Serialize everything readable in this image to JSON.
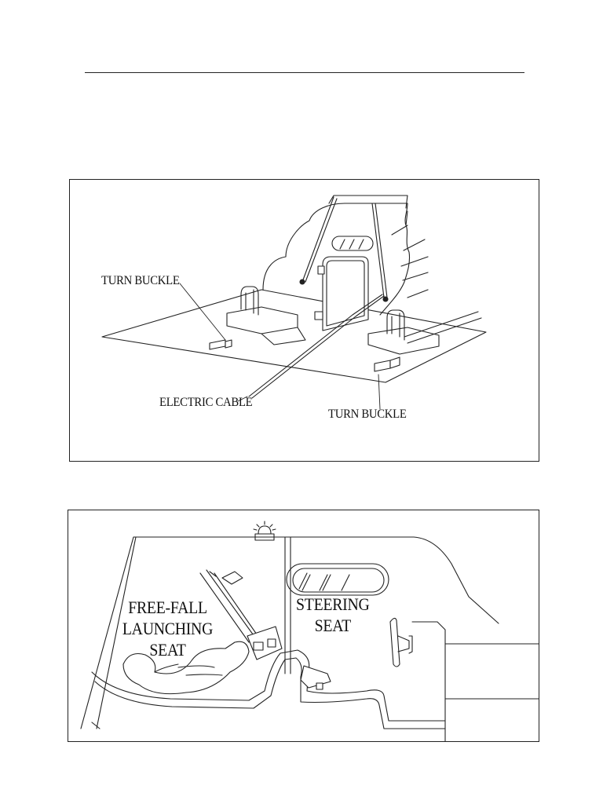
{
  "figure_top": {
    "labels": {
      "turn_buckle_left": "TURN BUCKLE",
      "electric_cable": "ELECTRIC CABLE",
      "turn_buckle_right": "TURN BUCKLE"
    }
  },
  "figure_bottom": {
    "labels": {
      "free_fall_line1": "FREE-FALL",
      "free_fall_line2": "LAUNCHING",
      "free_fall_line3": "SEAT",
      "steering_line1": "STEERING",
      "steering_line2": "SEAT"
    }
  }
}
